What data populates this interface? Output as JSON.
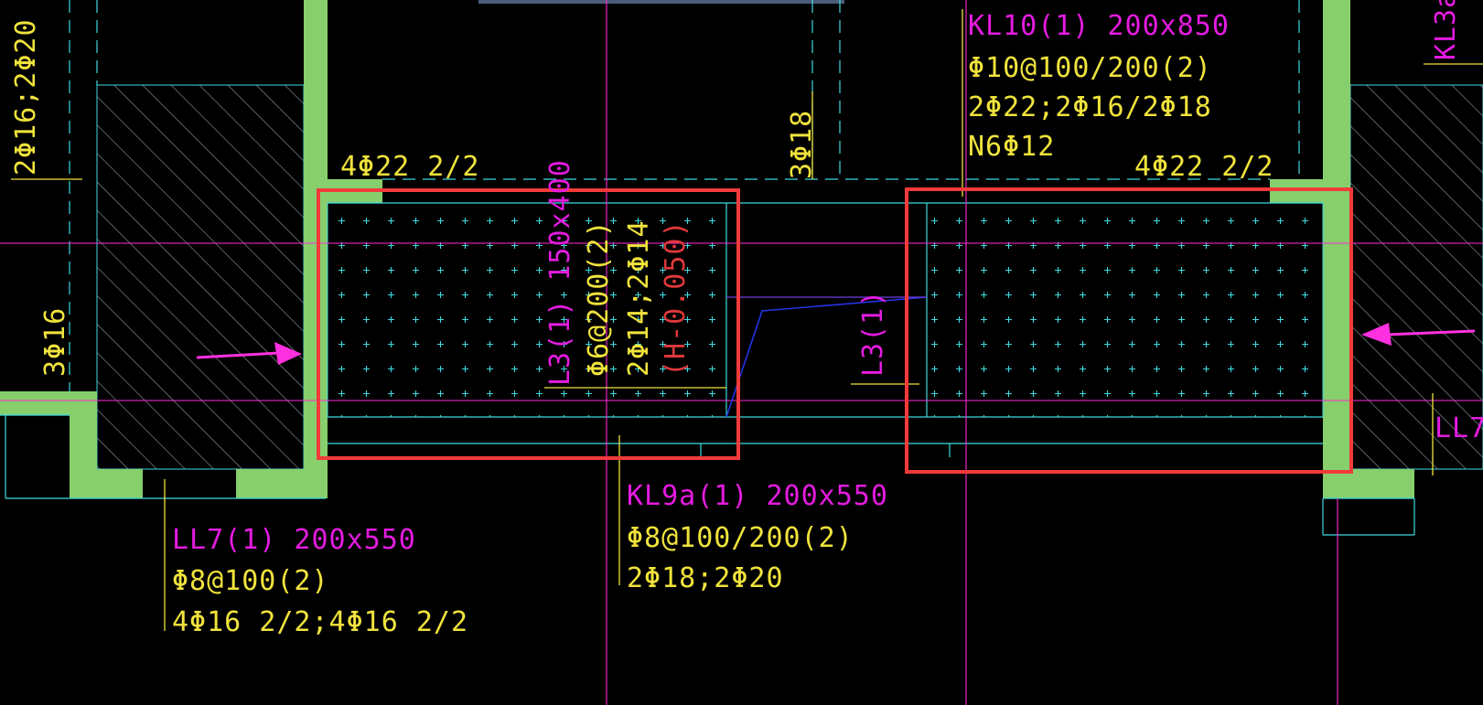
{
  "colors": {
    "background": "#000000",
    "wall_fill": "#86cf6c",
    "grid_line": "#ff2bd6",
    "aux_line": "#3fd9df",
    "label_magenta": "#e51be0",
    "label_yellow": "#f0e33c",
    "label_red": "#e0383a",
    "highlight": "#f23a3a",
    "arrow": "#ff30e0",
    "leader_blue": "#2633e8",
    "hatch": "#8a8f98"
  },
  "annotations": {
    "kl10_name": "KL10(1) 200x850",
    "kl10_stirrup": "Φ10@100/200(2)",
    "kl10_bars": "2Φ22;2Φ16/2Φ18",
    "kl10_torsion": "N6Φ12",
    "top_bars_left": "4Φ22 2/2",
    "top_bars_right": "4Φ22 2/2",
    "bars_3d18": "3Φ18",
    "left_edge_bars": "2Φ16;2Φ20",
    "left_bars_3d16": "3Φ16",
    "l3_name": "L3(1) 150x400",
    "l3_stirrup": "Φ6@200(2)",
    "l3_bars": "2Φ14;2Φ14",
    "l3_offset": "(H-0.050)",
    "l3_short": "L3(1)",
    "kl9a_name": "KL9a(1) 200x550",
    "kl9a_stirrup": "Φ8@100/200(2)",
    "kl9a_bars": "2Φ18;2Φ20",
    "ll7_name": "LL7(1) 200x550",
    "ll7_stirrup": "Φ8@100(2)",
    "ll7_bars": "4Φ16 2/2;4Φ16 2/2",
    "kl3_partial": "KL3a",
    "ll7_partial": "LL7"
  }
}
